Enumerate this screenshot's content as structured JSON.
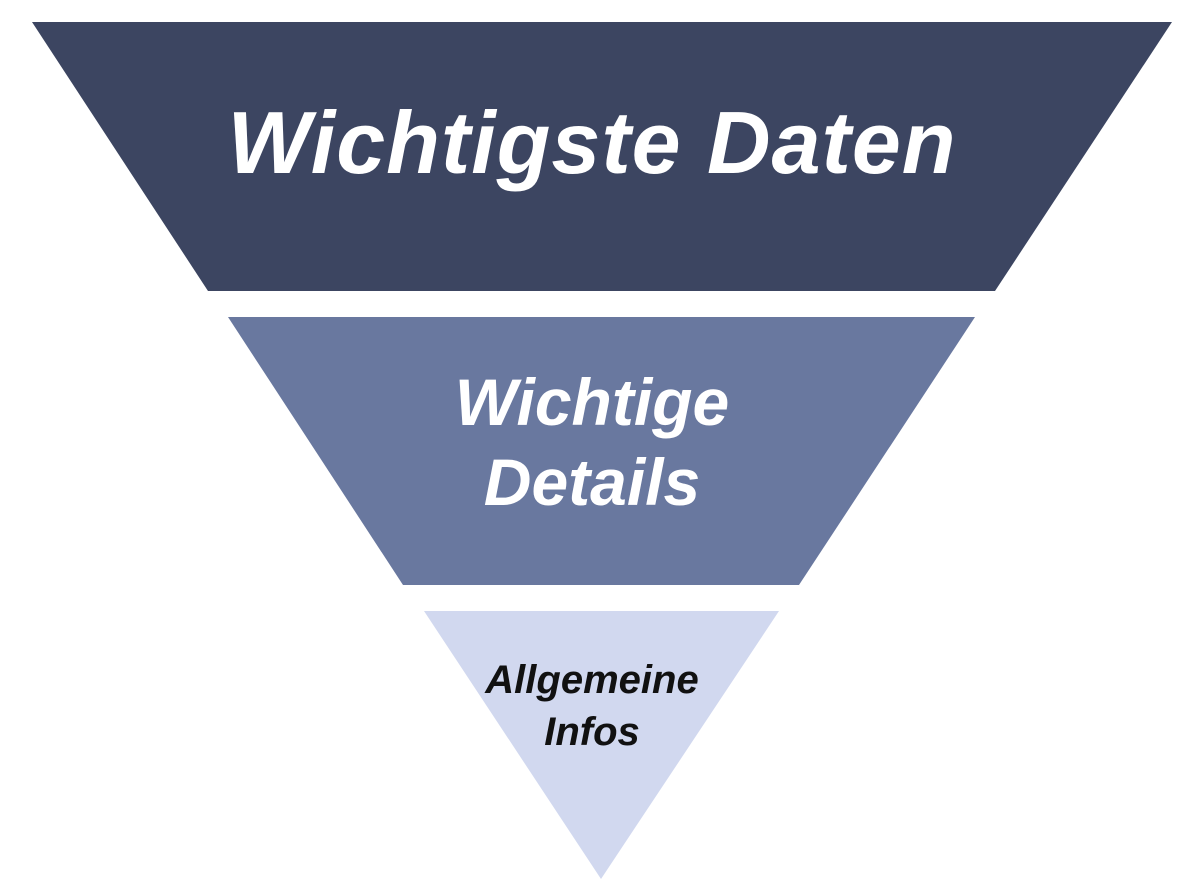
{
  "colors": {
    "background": "#ffffff",
    "layer_top": "#3c4561",
    "layer_middle": "#69789f",
    "layer_bottom": "#d1d8ef",
    "text_light": "#ffffff",
    "text_dark": "#111111"
  },
  "layers": [
    {
      "lines": [
        "Wichtigste Daten"
      ]
    },
    {
      "lines": [
        "Wichtige",
        "Details"
      ]
    },
    {
      "lines": [
        "Allgemeine",
        "Infos"
      ]
    }
  ]
}
